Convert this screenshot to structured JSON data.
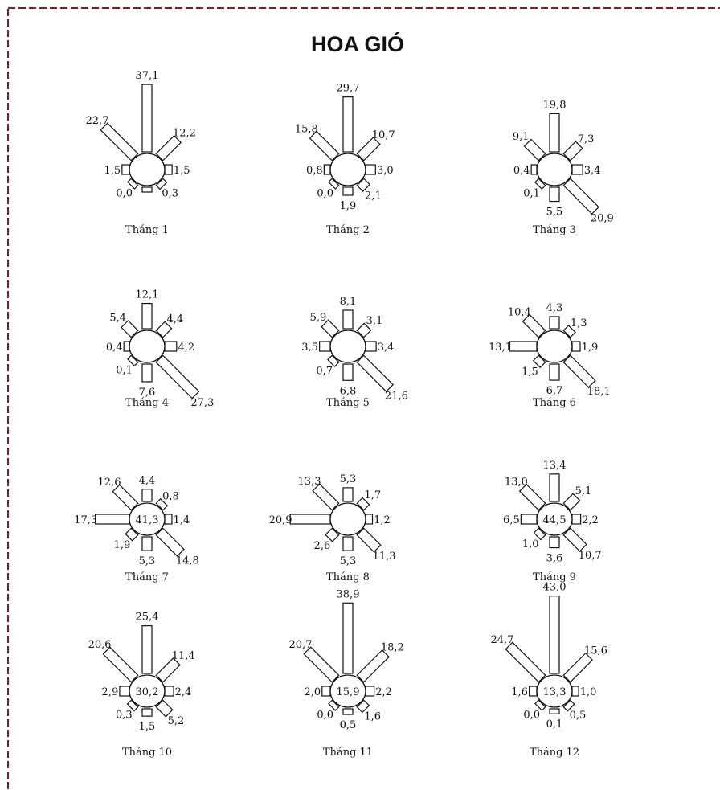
{
  "title": "HOA GIÓ",
  "colors": {
    "border": "#8b1a1a",
    "ink": "#111111",
    "background": "#ffffff"
  },
  "chart_data": [
    {
      "type": "wind-rose",
      "caption": "Tháng 1",
      "calm": "",
      "directions": [
        "N",
        "NE",
        "E",
        "SE",
        "S",
        "SW",
        "W",
        "NW"
      ],
      "values": [
        37.1,
        12.2,
        1.5,
        0.3,
        0.0,
        0.0,
        1.5,
        22.7
      ],
      "labels": [
        "37,1",
        "12,2",
        "1,5",
        "0,3",
        "",
        "0,0",
        "1,5",
        "22,7"
      ]
    },
    {
      "type": "wind-rose",
      "caption": "Tháng 2",
      "calm": "",
      "directions": [
        "N",
        "NE",
        "E",
        "SE",
        "S",
        "SW",
        "W",
        "NW"
      ],
      "values": [
        29.7,
        10.7,
        3.0,
        2.1,
        1.9,
        0.0,
        0.8,
        15.8
      ],
      "labels": [
        "29,7",
        "10,7",
        "3,0",
        "2,1",
        "1,9",
        "0,0",
        "0,8",
        "15,8"
      ]
    },
    {
      "type": "wind-rose",
      "caption": "Tháng 3",
      "calm": "",
      "directions": [
        "N",
        "NE",
        "E",
        "SE",
        "S",
        "SW",
        "W",
        "NW"
      ],
      "values": [
        19.8,
        7.3,
        3.4,
        20.9,
        5.5,
        0.1,
        0.4,
        9.1
      ],
      "labels": [
        "19,8",
        "7,3",
        "3,4",
        "20,9",
        "5,5",
        "0,1",
        "0,4",
        "9,1"
      ]
    },
    {
      "type": "wind-rose",
      "caption": "Tháng 4",
      "calm": "",
      "directions": [
        "N",
        "NE",
        "E",
        "SE",
        "S",
        "SW",
        "W",
        "NW"
      ],
      "values": [
        12.1,
        4.4,
        4.2,
        27.3,
        7.6,
        0.1,
        0.4,
        5.4
      ],
      "labels": [
        "12,1",
        "4,4",
        "4,2",
        "27,3",
        "7,6",
        "0,1",
        "0,4",
        "5,4"
      ]
    },
    {
      "type": "wind-rose",
      "caption": "Tháng 5",
      "calm": "",
      "directions": [
        "N",
        "NE",
        "E",
        "SE",
        "S",
        "SW",
        "W",
        "NW"
      ],
      "values": [
        8.1,
        3.1,
        3.4,
        21.6,
        6.8,
        0.7,
        3.5,
        5.9
      ],
      "labels": [
        "8,1",
        "3,1",
        "3,4",
        "21,6",
        "6,8",
        "0,7",
        "3,5",
        "5,9"
      ]
    },
    {
      "type": "wind-rose",
      "caption": "Tháng 6",
      "calm": "",
      "directions": [
        "N",
        "NE",
        "E",
        "SE",
        "S",
        "SW",
        "W",
        "NW"
      ],
      "values": [
        4.3,
        1.3,
        1.9,
        18.1,
        6.7,
        1.5,
        13.1,
        10.4
      ],
      "labels": [
        "4,3",
        "1,3",
        "1,9",
        "18,1",
        "6,7",
        "1,5",
        "13,1",
        "10,4"
      ]
    },
    {
      "type": "wind-rose",
      "caption": "Tháng 7",
      "calm": "41,3",
      "directions": [
        "N",
        "NE",
        "E",
        "SE",
        "S",
        "SW",
        "W",
        "NW"
      ],
      "values": [
        4.4,
        0.8,
        1.4,
        14.8,
        5.3,
        1.9,
        17.3,
        12.6
      ],
      "labels": [
        "4,4",
        "0,8",
        "1,4",
        "14,8",
        "5,3",
        "1,9",
        "17,3",
        "12,6"
      ]
    },
    {
      "type": "wind-rose",
      "caption": "Tháng 8",
      "calm": "",
      "directions": [
        "N",
        "NE",
        "E",
        "SE",
        "S",
        "SW",
        "W",
        "NW"
      ],
      "values": [
        5.3,
        1.7,
        1.2,
        11.3,
        5.3,
        2.6,
        20.9,
        13.3
      ],
      "labels": [
        "5,3",
        "1,7",
        "1,2",
        "11,3",
        "5,3",
        "2,6",
        "20,9",
        "13,3"
      ]
    },
    {
      "type": "wind-rose",
      "caption": "Tháng 9",
      "calm": "44,5",
      "directions": [
        "N",
        "NE",
        "E",
        "SE",
        "S",
        "SW",
        "W",
        "NW"
      ],
      "values": [
        13.4,
        5.1,
        2.2,
        10.7,
        3.6,
        1.0,
        6.5,
        13.0
      ],
      "labels": [
        "13,4",
        "5,1",
        "2,2",
        "10,7",
        "3,6",
        "1,0",
        "6,5",
        "13,0"
      ]
    },
    {
      "type": "wind-rose",
      "caption": "Tháng 10",
      "calm": "30,2",
      "directions": [
        "N",
        "NE",
        "E",
        "SE",
        "S",
        "SW",
        "W",
        "NW"
      ],
      "values": [
        25.4,
        11.4,
        2.4,
        5.2,
        1.5,
        0.3,
        2.9,
        20.6
      ],
      "labels": [
        "25,4",
        "11,4",
        "2,4",
        "5,2",
        "1,5",
        "0,3",
        "2,9",
        "20,6"
      ]
    },
    {
      "type": "wind-rose",
      "caption": "Tháng 11",
      "calm": "15,9",
      "directions": [
        "N",
        "NE",
        "E",
        "SE",
        "S",
        "SW",
        "W",
        "NW"
      ],
      "values": [
        38.9,
        18.2,
        2.2,
        1.6,
        0.5,
        0.0,
        2.0,
        20.7
      ],
      "labels": [
        "38,9",
        "18,2",
        "2,2",
        "1,6",
        "0,5",
        "0,0",
        "2,0",
        "20,7"
      ]
    },
    {
      "type": "wind-rose",
      "caption": "Tháng 12",
      "calm": "13,3",
      "directions": [
        "N",
        "NE",
        "E",
        "SE",
        "S",
        "SW",
        "W",
        "NW"
      ],
      "values": [
        43.0,
        15.6,
        1.0,
        0.5,
        0.1,
        0.0,
        1.6,
        24.7
      ],
      "labels": [
        "43,0",
        "15,6",
        "1,0",
        "0,5",
        "0,1",
        "0,0",
        "1,6",
        "24,7"
      ]
    }
  ]
}
